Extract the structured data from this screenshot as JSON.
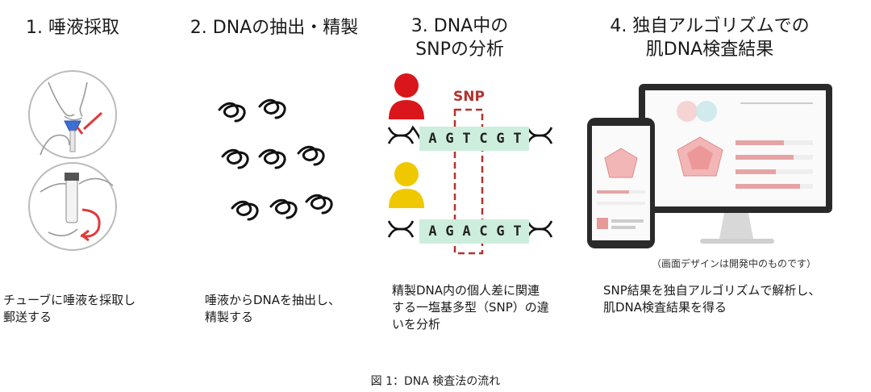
{
  "steps": [
    {
      "title_lines": [
        "1. 唾液採取"
      ],
      "desc_lines": [
        "チューブに唾液を採取し",
        "郵送する"
      ]
    },
    {
      "title_lines": [
        "2. DNAの抽出・精製"
      ],
      "desc_lines": [
        "唾液からDNAを抽出し、",
        "精製する"
      ]
    },
    {
      "title_lines": [
        "3. DNA中の",
        "SNPの分析"
      ],
      "desc_lines": [
        "精製DNA内の個人差に関連",
        "する一塩基多型（SNP）の違",
        "いを分析"
      ]
    },
    {
      "title_lines": [
        "4. 独自アルゴリズムでの",
        "肌DNA検査結果"
      ],
      "desc_lines": [
        "SNP結果を独自アルゴリズムで解析し、",
        "肌DNA検査結果を得る"
      ]
    }
  ],
  "snp": {
    "label": "SNP",
    "seq_top": [
      "A",
      "G",
      "T",
      "C",
      "G",
      "T"
    ],
    "seq_bottom": [
      "A",
      "G",
      "A",
      "C",
      "G",
      "T"
    ]
  },
  "screen_note": "（画面デザインは開発中のものです）",
  "caption": "図 1：DNA 検査法の流れ",
  "colors": {
    "red_person": "#d9161c",
    "yellow_person": "#f0c800",
    "seq_bg": "#cdeedd",
    "snp_red": "#b3322e",
    "arrow_red": "#e03a3a"
  }
}
